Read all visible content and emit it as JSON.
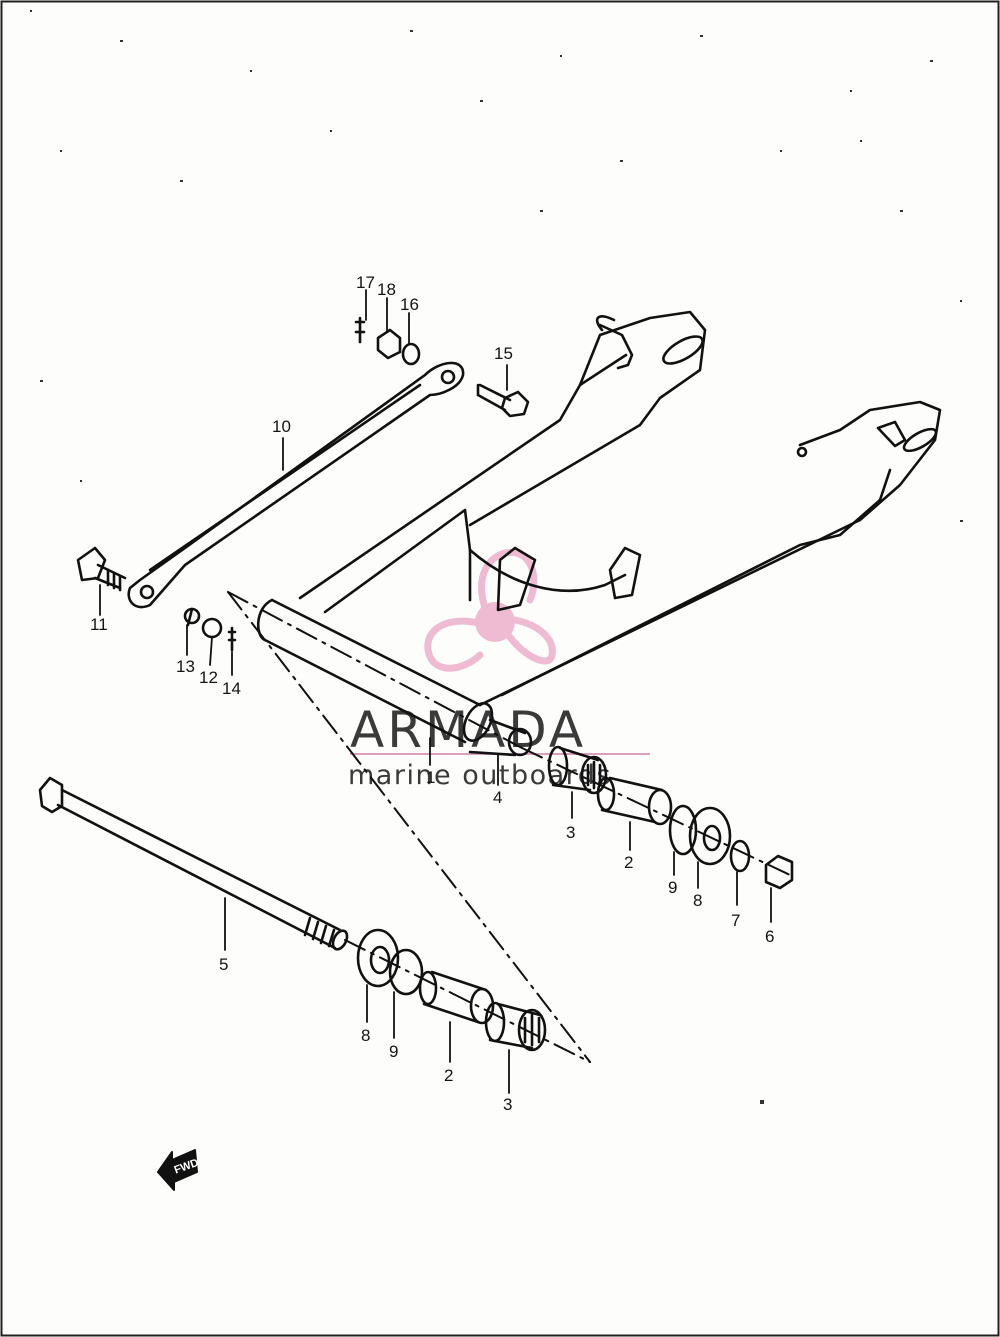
{
  "callouts": [
    {
      "id": "c1",
      "text": "1"
    },
    {
      "id": "c2a",
      "text": "2"
    },
    {
      "id": "c2b",
      "text": "2"
    },
    {
      "id": "c3a",
      "text": "3"
    },
    {
      "id": "c3b",
      "text": "3"
    },
    {
      "id": "c4",
      "text": "4"
    },
    {
      "id": "c5",
      "text": "5"
    },
    {
      "id": "c6",
      "text": "6"
    },
    {
      "id": "c7",
      "text": "7"
    },
    {
      "id": "c8a",
      "text": "8"
    },
    {
      "id": "c8b",
      "text": "8"
    },
    {
      "id": "c9a",
      "text": "9"
    },
    {
      "id": "c9b",
      "text": "9"
    },
    {
      "id": "c10",
      "text": "10"
    },
    {
      "id": "c11",
      "text": "11"
    },
    {
      "id": "c12",
      "text": "12"
    },
    {
      "id": "c13",
      "text": "13"
    },
    {
      "id": "c14",
      "text": "14"
    },
    {
      "id": "c15",
      "text": "15"
    },
    {
      "id": "c16",
      "text": "16"
    },
    {
      "id": "c17",
      "text": "17"
    },
    {
      "id": "c18",
      "text": "18"
    }
  ],
  "callout": {
    "c1": "1",
    "c2a": "2",
    "c2b": "2",
    "c3a": "3",
    "c3b": "3",
    "c4": "4",
    "c5": "5",
    "c6": "6",
    "c7": "7",
    "c8a": "8",
    "c8b": "8",
    "c9a": "9",
    "c9b": "9",
    "c10": "10",
    "c11": "11",
    "c12": "12",
    "c13": "13",
    "c14": "14",
    "c15": "15",
    "c16": "16",
    "c17": "17",
    "c18": "18"
  },
  "direction_marker": {
    "text": "FWD",
    "icon": "forward-arrow-icon"
  },
  "watermark": {
    "title": "ARMADA",
    "subtitle": "marine outboards",
    "logo_icon": "propeller-icon",
    "logo_color": "#e9a6c6",
    "text_color": "#3a3a3a"
  },
  "line_color": "#111111"
}
